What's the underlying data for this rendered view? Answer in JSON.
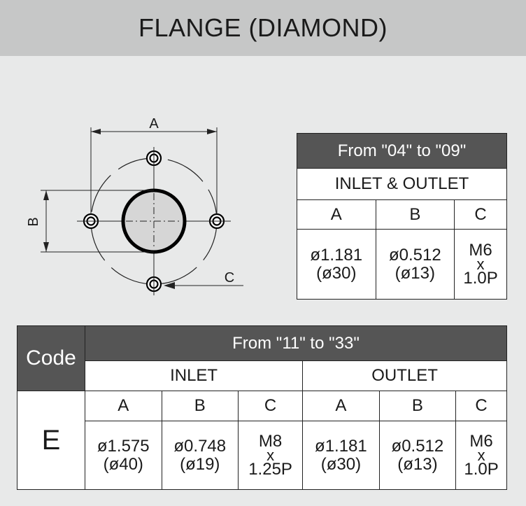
{
  "header": {
    "title": "FLANGE (DIAMOND)"
  },
  "diagram": {
    "label_a": "A",
    "label_b": "B",
    "label_c": "C"
  },
  "table_small": {
    "range": "From \"04\" to \"09\"",
    "subheader": "INLET & OUTLET",
    "cols": [
      "A",
      "B",
      "C"
    ],
    "values": {
      "a_in": "ø1.181",
      "a_mm": "(ø30)",
      "b_in": "ø0.512",
      "b_mm": "(ø13)",
      "c_top": "M6",
      "c_x": "x",
      "c_bot": "1.0P"
    }
  },
  "table_large": {
    "code_label": "Code",
    "code_value": "E",
    "range": "From \"11\" to \"33\"",
    "inlet_label": "INLET",
    "outlet_label": "OUTLET",
    "cols": [
      "A",
      "B",
      "C",
      "A",
      "B",
      "C"
    ],
    "inlet": {
      "a_in": "ø1.575",
      "a_mm": "(ø40)",
      "b_in": "ø0.748",
      "b_mm": "(ø19)",
      "c_top": "M8",
      "c_x": "x",
      "c_bot": "1.25P"
    },
    "outlet": {
      "a_in": "ø1.181",
      "a_mm": "(ø30)",
      "b_in": "ø0.512",
      "b_mm": "(ø13)",
      "c_top": "M6",
      "c_x": "x",
      "c_bot": "1.0P"
    }
  }
}
